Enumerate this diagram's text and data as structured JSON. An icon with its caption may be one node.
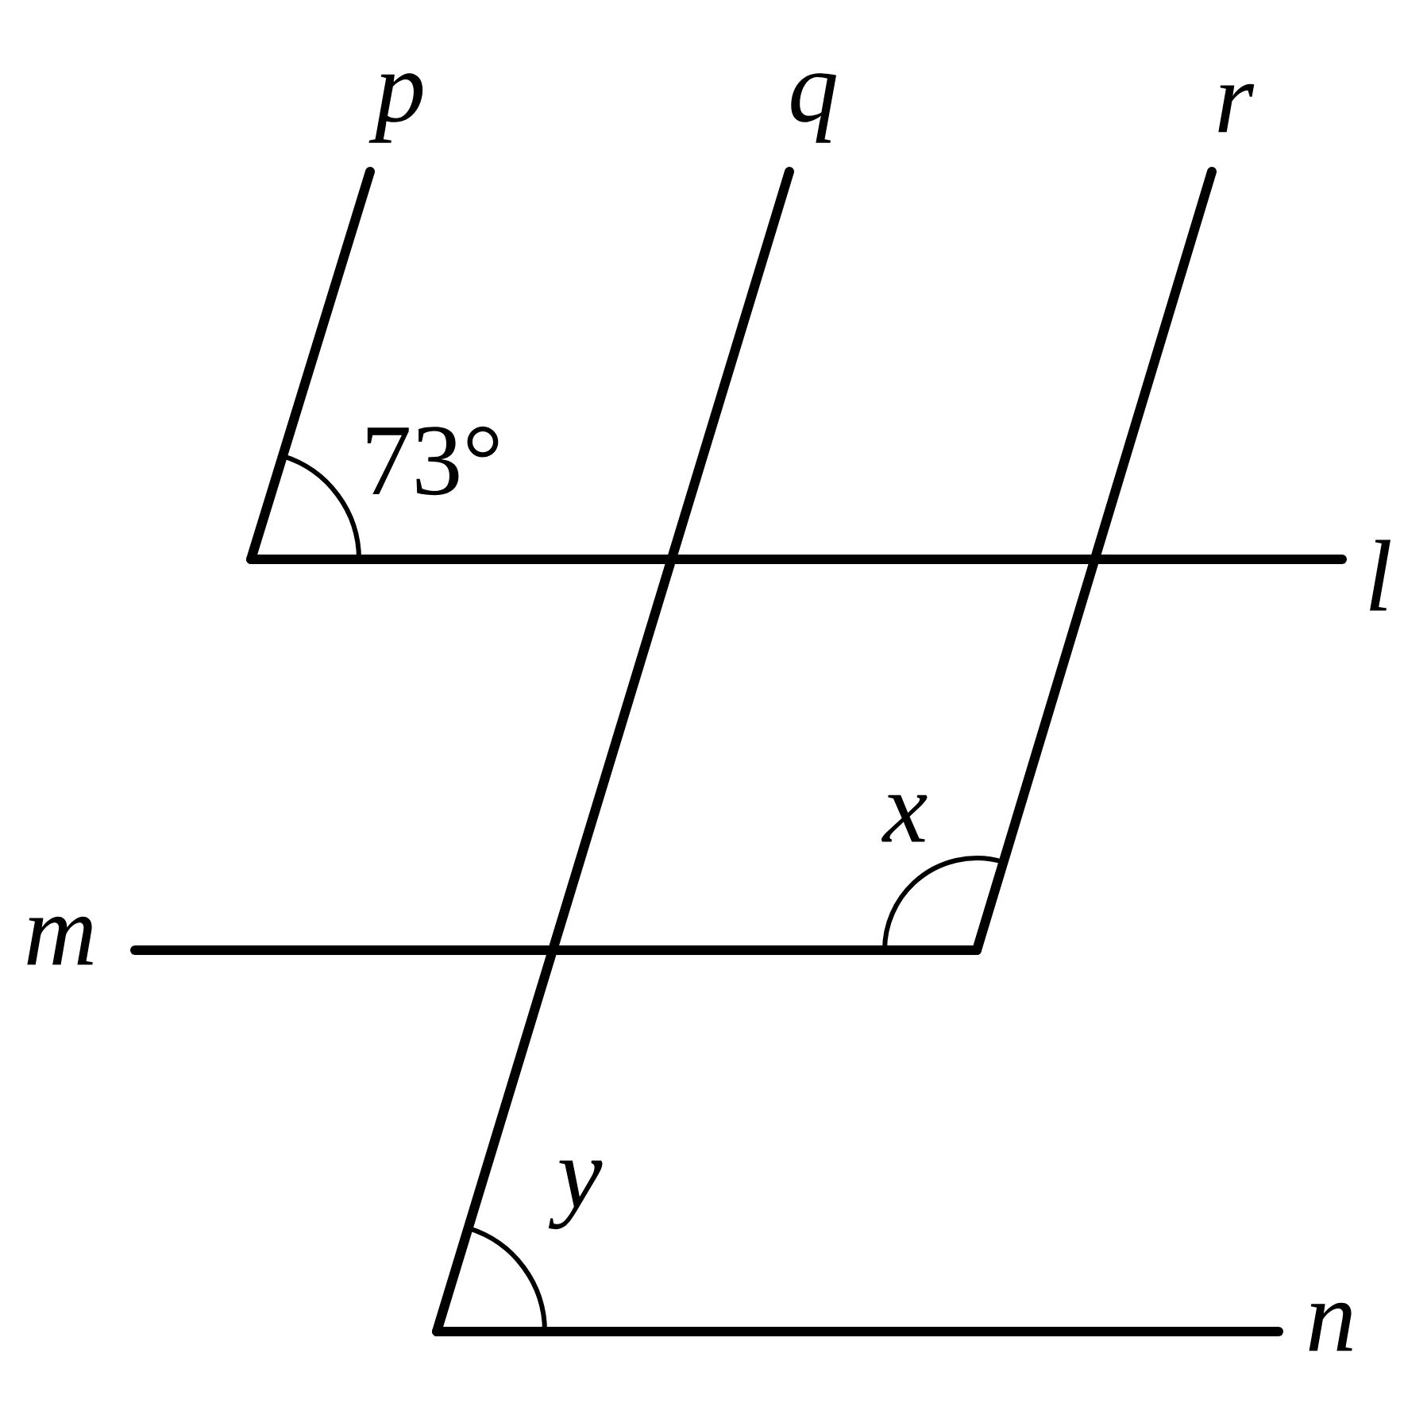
{
  "diagram": {
    "labels": [
      "p",
      "q",
      "r",
      "73°",
      "l",
      "x",
      "m",
      "y",
      "n"
    ]
  }
}
